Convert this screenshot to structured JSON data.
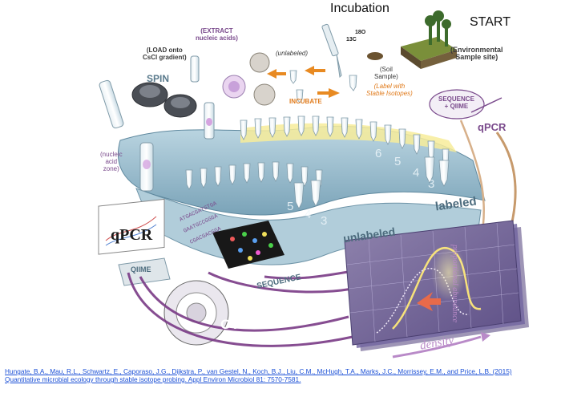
{
  "header": {
    "incubation": "Incubation",
    "start": "START"
  },
  "labels": {
    "environmental_site": "(Environmental\nSample site)",
    "soil_sample": "(Soil\nSample)",
    "label_isotopes": "(Label with\nStable Isotopes)",
    "incubate": "INCUBATE",
    "unlabeled_top": "(unlabeled)",
    "extract": "(EXTRACT\nnucleic acids)",
    "load": "(LOAD onto\nCsCl gradient)",
    "spin": "SPIN",
    "nucleic_zone": "(nucleic\nacid\nzone)",
    "sequence_qiime": "SEQUENCE\n+ QIIME",
    "qpcr_right": "qPCR",
    "labeled": "labeled",
    "unlabeled_mid": "unlabeled",
    "qpcr_left": "qPCR",
    "qiime": "QIIME",
    "sequence": "SEQUENCE",
    "otu": "OTU",
    "density": "density",
    "proportional": "proportional abundance",
    "isotope_18o": "18O",
    "isotope_13c": "13C"
  },
  "citation": "Hungate, B.A., Mau, R.L., Schwartz, E., Caporaso, J.G., Dijkstra, P., van Gestel, N., Koch, B.J., Liu, C.M., McHugh, T.A., Marks, J.C., Morrissey, E.M., and Price, L.B. (2015) Quantitative microbial ecology through stable isotope probing. Appl Environ Microbiol 81: 7570-7581.",
  "colors": {
    "ribbon": "#9dbfcf",
    "ribbon_dark": "#6f98ad",
    "purple": "#7a4a8c",
    "orange": "#e88a22",
    "yellow": "#f5e27a",
    "link": "#1a4fd6"
  }
}
